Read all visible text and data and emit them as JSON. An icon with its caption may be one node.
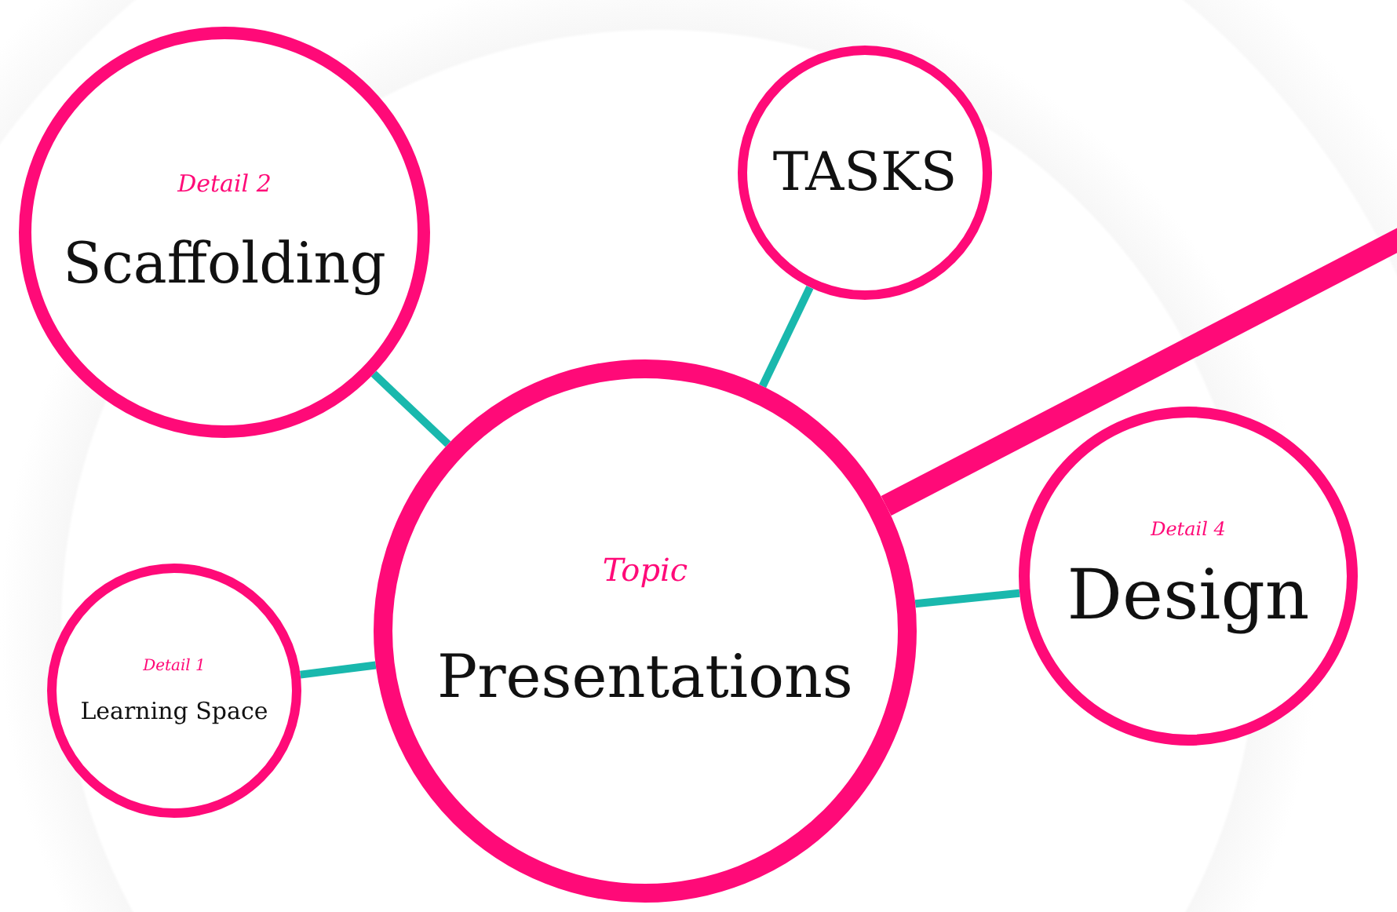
{
  "diagram": {
    "nodes": [
      {
        "text": [
          "Topic",
          "Presentations"
        ]
      },
      {
        "text": [
          "Detail 2",
          "Scaffolding"
        ]
      },
      {
        "text": [
          "TASKS"
        ]
      },
      {
        "text": [
          "Detail 4",
          "Design"
        ]
      },
      {
        "text": [
          "Detail 1",
          "Learning Space"
        ]
      }
    ],
    "edges": [
      {
        "from": 1,
        "to": 0,
        "arrow": "none"
      },
      {
        "from": 2,
        "to": 0,
        "arrow": "none"
      },
      {
        "from": 0,
        "to": 3,
        "arrow": "none"
      },
      {
        "from": 4,
        "to": 0,
        "arrow": "none"
      },
      {
        "from": 0,
        "to": null,
        "arrow": "none",
        "style": "thick",
        "color": "#ff0a78"
      }
    ]
  }
}
